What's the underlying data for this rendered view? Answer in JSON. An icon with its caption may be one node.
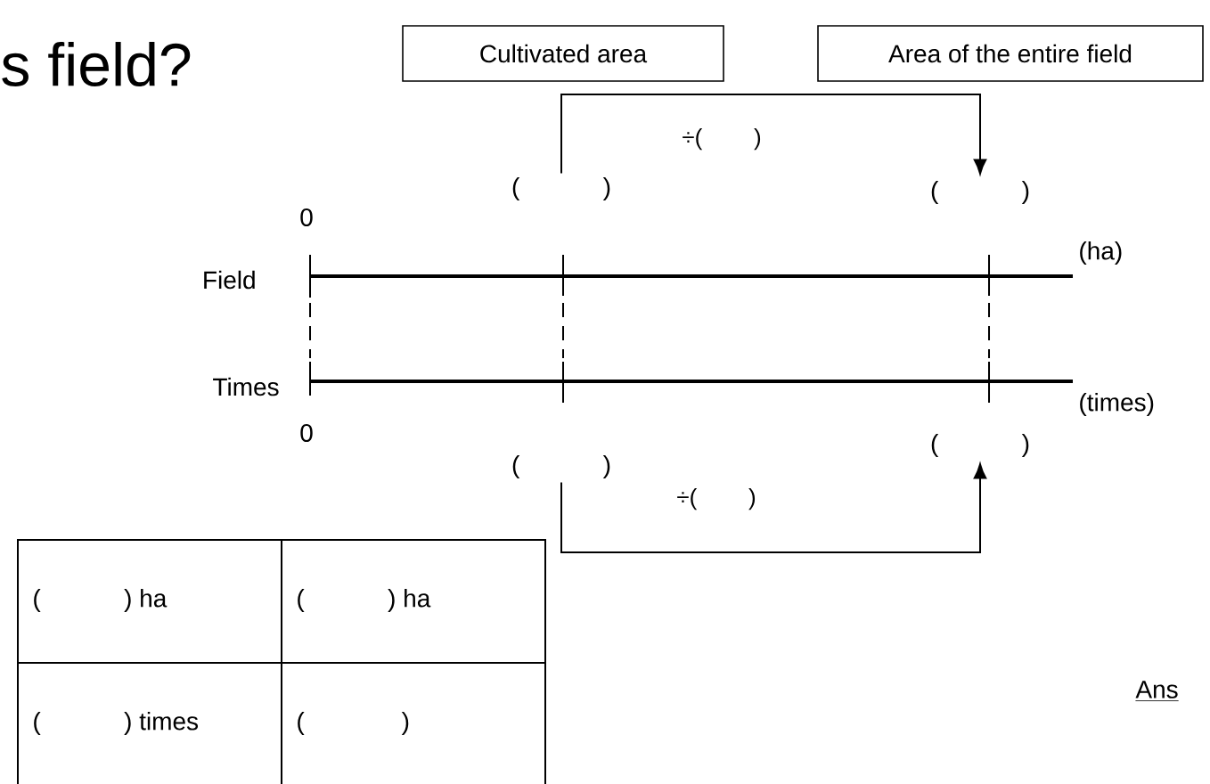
{
  "diagram": {
    "title": "s field?",
    "nodes": [
      {
        "text": [
          "Cultivated area"
        ]
      },
      {
        "text": [
          "Area of the entire field"
        ]
      },
      {
        "text": [
          "(            )"
        ]
      },
      {
        "text": [
          "(            )"
        ]
      },
      {
        "text": [
          "(            )"
        ]
      },
      {
        "text": [
          "(            )"
        ]
      }
    ],
    "edges": [
      {
        "from": 2,
        "to": 3,
        "arrow": "to",
        "label": "÷(        )"
      },
      {
        "from": 4,
        "to": 5,
        "arrow": "to",
        "label": "÷(        )"
      }
    ],
    "labels": [
      "0",
      "Field",
      "(ha)",
      "Times",
      "(times)",
      "0",
      "(            ) ha",
      "(            ) ha",
      "(            ) times",
      "(              )",
      "Ans"
    ]
  }
}
